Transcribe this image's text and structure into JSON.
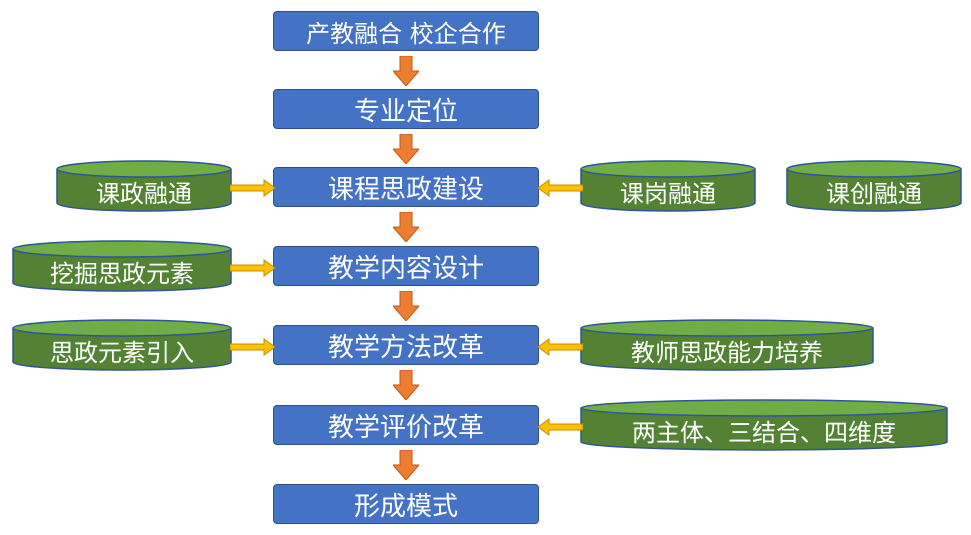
{
  "flow": {
    "steps": [
      {
        "label": "产教融合 校企合作"
      },
      {
        "label": "专业定位"
      },
      {
        "label": "课程思政建设"
      },
      {
        "label": "教学内容设计"
      },
      {
        "label": "教学方法改革"
      },
      {
        "label": "教学评价改革"
      },
      {
        "label": "形成模式"
      }
    ]
  },
  "inputs": {
    "left": [
      {
        "label": "课政融通"
      },
      {
        "label": "挖掘思政元素"
      },
      {
        "label": "思政元素引入"
      }
    ],
    "right": [
      {
        "label": "课岗融通"
      },
      {
        "label": "课创融通"
      },
      {
        "label": "教师思政能力培养"
      },
      {
        "label": "两主体、三结合、四维度"
      }
    ]
  },
  "colors": {
    "box_fill": "#4472c4",
    "cylinder_fill": "#548235",
    "down_arrow": "#ed7d31",
    "side_arrow": "#ffc000"
  }
}
